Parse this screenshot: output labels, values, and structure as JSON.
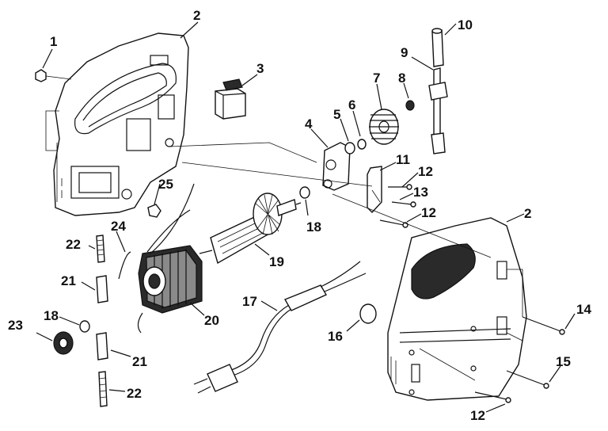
{
  "labels": {
    "p1": "1",
    "p2a": "2",
    "p3": "3",
    "p4": "4",
    "p5": "5",
    "p6": "6",
    "p7": "7",
    "p8": "8",
    "p9": "9",
    "p10": "10",
    "p11": "11",
    "p12a": "12",
    "p13": "13",
    "p12b": "12",
    "p2b": "2",
    "p25": "25",
    "p18a": "18",
    "p19": "19",
    "p24": "24",
    "p22a": "22",
    "p21a": "21",
    "p20": "20",
    "p17": "17",
    "p18b": "18",
    "p23": "23",
    "p21b": "21",
    "p22b": "22",
    "p16": "16",
    "p14": "14",
    "p15": "15",
    "p12c": "12"
  }
}
